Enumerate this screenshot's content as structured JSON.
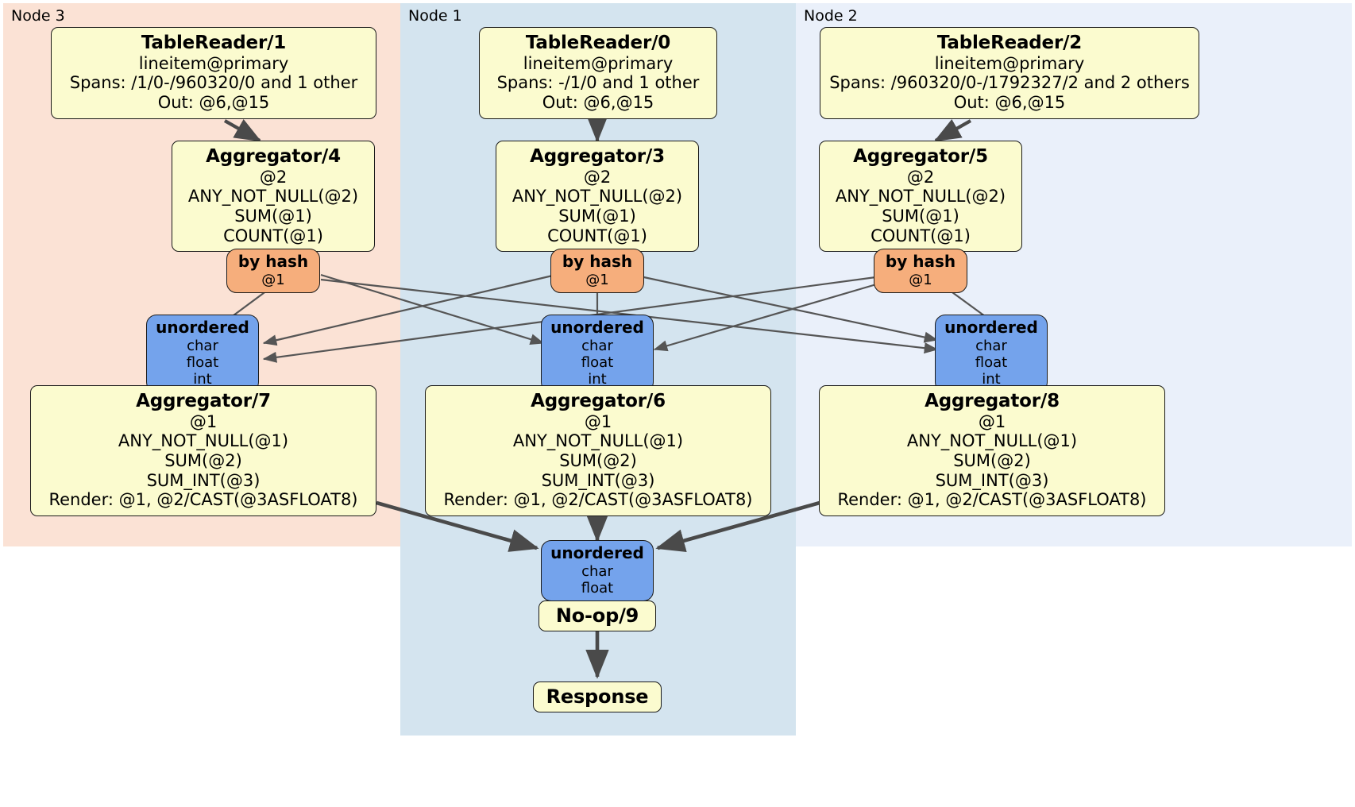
{
  "diagram": {
    "kind": "distributed-query-execution-plan",
    "background": "#ffffff",
    "colors": {
      "processor_fill": "#fbfbcf",
      "processor_stroke": "#1a1a1a",
      "hash_router_fill": "#f6ae7c",
      "unordered_router_fill": "#74a3ec",
      "node3_region_fill": "#fbe2d5",
      "node1_region_fill": "#d4e4ef",
      "node2_region_fill": "#eaf0fa",
      "edge_stroke": "#4a4a4a",
      "thin_edge_stroke": "#555555"
    }
  },
  "regions": [
    {
      "id": "node3",
      "label": "Node 3",
      "fill": "#fbe2d5"
    },
    {
      "id": "node1",
      "label": "Node 1",
      "fill": "#d4e4ef"
    },
    {
      "id": "node2",
      "label": "Node 2",
      "fill": "#eaf0fa"
    }
  ],
  "table_readers": [
    {
      "id": "tr1",
      "title": "TableReader/1",
      "table": "lineitem@primary",
      "spans": "Spans: /1/0-/960320/0 and 1 other",
      "out": "Out: @6,@15"
    },
    {
      "id": "tr0",
      "title": "TableReader/0",
      "table": "lineitem@primary",
      "spans": "Spans: -/1/0 and 1 other",
      "out": "Out: @6,@15"
    },
    {
      "id": "tr2",
      "title": "TableReader/2",
      "table": "lineitem@primary",
      "spans": "Spans: /960320/0-/1792327/2 and 2 others",
      "out": "Out: @6,@15"
    }
  ],
  "stage1_aggregators": [
    {
      "id": "agg4",
      "title": "Aggregator/4",
      "group": "@2",
      "funcs": [
        "ANY_NOT_NULL(@2)",
        "SUM(@1)",
        "COUNT(@1)"
      ]
    },
    {
      "id": "agg3",
      "title": "Aggregator/3",
      "group": "@2",
      "funcs": [
        "ANY_NOT_NULL(@2)",
        "SUM(@1)",
        "COUNT(@1)"
      ]
    },
    {
      "id": "agg5",
      "title": "Aggregator/5",
      "group": "@2",
      "funcs": [
        "ANY_NOT_NULL(@2)",
        "SUM(@1)",
        "COUNT(@1)"
      ]
    }
  ],
  "hash_routers": [
    {
      "id": "hash4",
      "title": "by hash",
      "key": "@1"
    },
    {
      "id": "hash3",
      "title": "by hash",
      "key": "@1"
    },
    {
      "id": "hash5",
      "title": "by hash",
      "key": "@1"
    }
  ],
  "unordered_routers": [
    {
      "id": "un7",
      "title": "unordered",
      "types": [
        "char",
        "float",
        "int"
      ]
    },
    {
      "id": "un6",
      "title": "unordered",
      "types": [
        "char",
        "float",
        "int"
      ]
    },
    {
      "id": "un8",
      "title": "unordered",
      "types": [
        "char",
        "float",
        "int"
      ]
    }
  ],
  "stage2_aggregators": [
    {
      "id": "agg7",
      "title": "Aggregator/7",
      "group": "@1",
      "funcs": [
        "ANY_NOT_NULL(@1)",
        "SUM(@2)",
        "SUM_INT(@3)"
      ],
      "render": "Render: @1, @2/CAST(@3ASFLOAT8)"
    },
    {
      "id": "agg6",
      "title": "Aggregator/6",
      "group": "@1",
      "funcs": [
        "ANY_NOT_NULL(@1)",
        "SUM(@2)",
        "SUM_INT(@3)"
      ],
      "render": "Render: @1, @2/CAST(@3ASFLOAT8)"
    },
    {
      "id": "agg8",
      "title": "Aggregator/8",
      "group": "@1",
      "funcs": [
        "ANY_NOT_NULL(@1)",
        "SUM(@2)",
        "SUM_INT(@3)"
      ],
      "render": "Render: @1, @2/CAST(@3ASFLOAT8)"
    }
  ],
  "final": {
    "collector": {
      "id": "un9",
      "title": "unordered",
      "types": [
        "char",
        "float"
      ]
    },
    "noop": {
      "id": "noop9",
      "title": "No-op/9"
    },
    "response": {
      "id": "response",
      "title": "Response"
    }
  }
}
